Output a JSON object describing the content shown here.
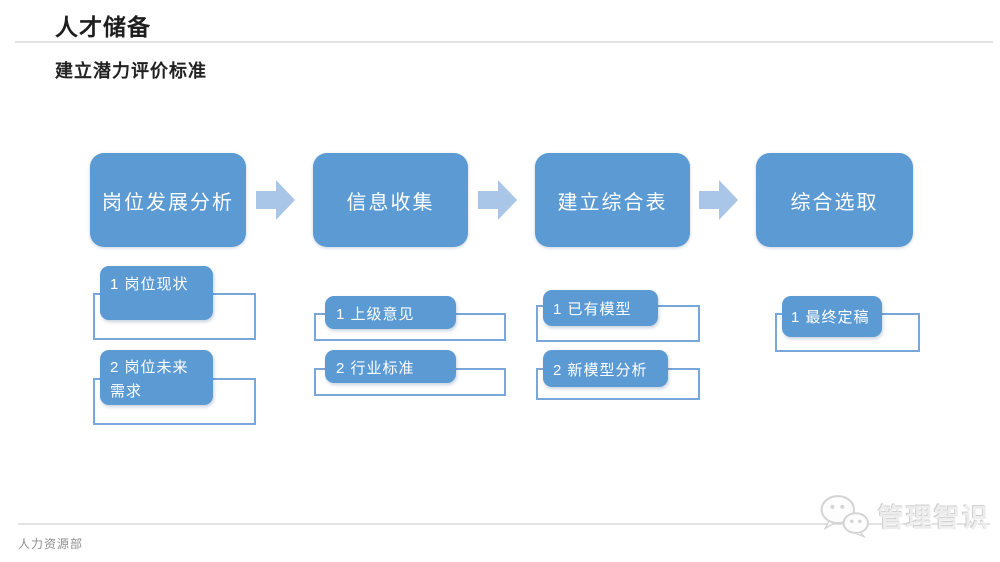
{
  "slide": {
    "title": "人才储备",
    "subtitle": "建立潜力评价标准"
  },
  "flow": {
    "steps": [
      {
        "label": "岗位发展分析",
        "items": [
          "1 岗位现状",
          "2 岗位未来需求"
        ]
      },
      {
        "label": "信息收集",
        "items": [
          "1 上级意见",
          "2 行业标准"
        ]
      },
      {
        "label": "建立综合表",
        "items": [
          "1 已有模型",
          "2 新模型分析"
        ]
      },
      {
        "label": "综合选取",
        "items": [
          "1 最终定稿"
        ]
      }
    ]
  },
  "footer": {
    "department": "人力资源部"
  },
  "watermark": {
    "text": "管理智识",
    "icon": "wechat-chat-bubbles-icon"
  },
  "colors": {
    "step_box_blue": "#5B9AD3",
    "arrow_blue": "#A9C5E8",
    "underlay_border_blue": "#79A7D9",
    "divider_gray": "#E3E3E3",
    "watermark_gray": "#EDEDED"
  }
}
